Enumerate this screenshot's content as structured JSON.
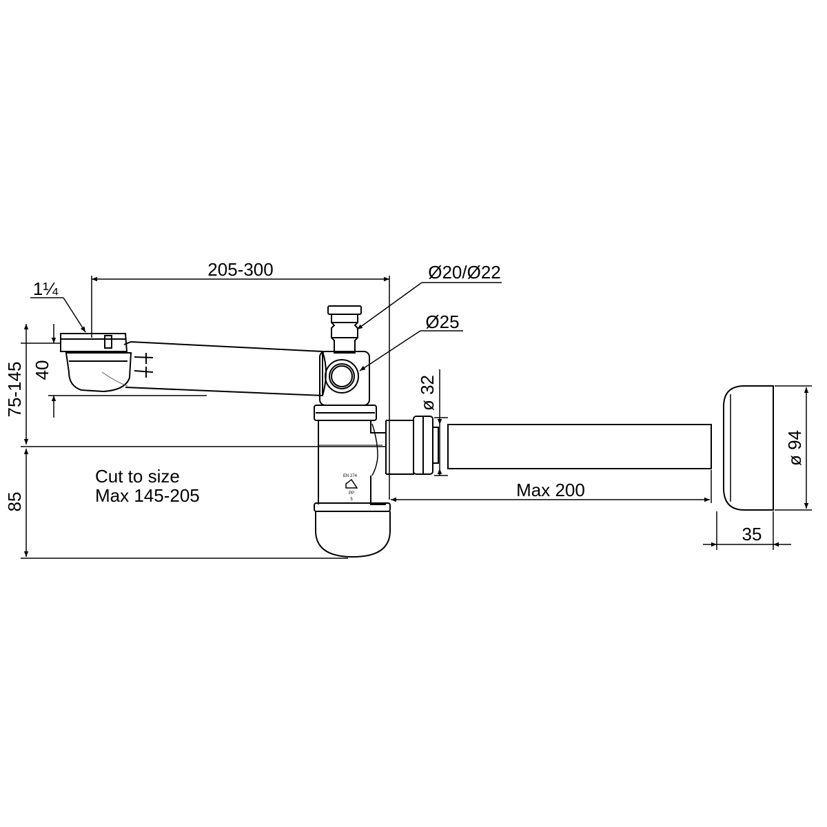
{
  "labels": {
    "width_top": "205-300",
    "inlet_diameter": "Ø20/Ø22",
    "side_diameter": "Ø25",
    "thread": "1¼",
    "height_range": "75-145",
    "height_40": "40",
    "pipe_diameter": "ø 32",
    "cut_line1": "Cut to size",
    "cut_line2": "Max 145-205",
    "height_85": "85",
    "max_length": "Max 200",
    "rosette_diameter": "ø 94",
    "rosette_depth": "35"
  },
  "stamp": {
    "standard": "EN 274",
    "material": "PP",
    "recycle_code": "5"
  },
  "colors": {
    "line": "#000000",
    "background": "#ffffff",
    "hidden_line": "#555555"
  }
}
